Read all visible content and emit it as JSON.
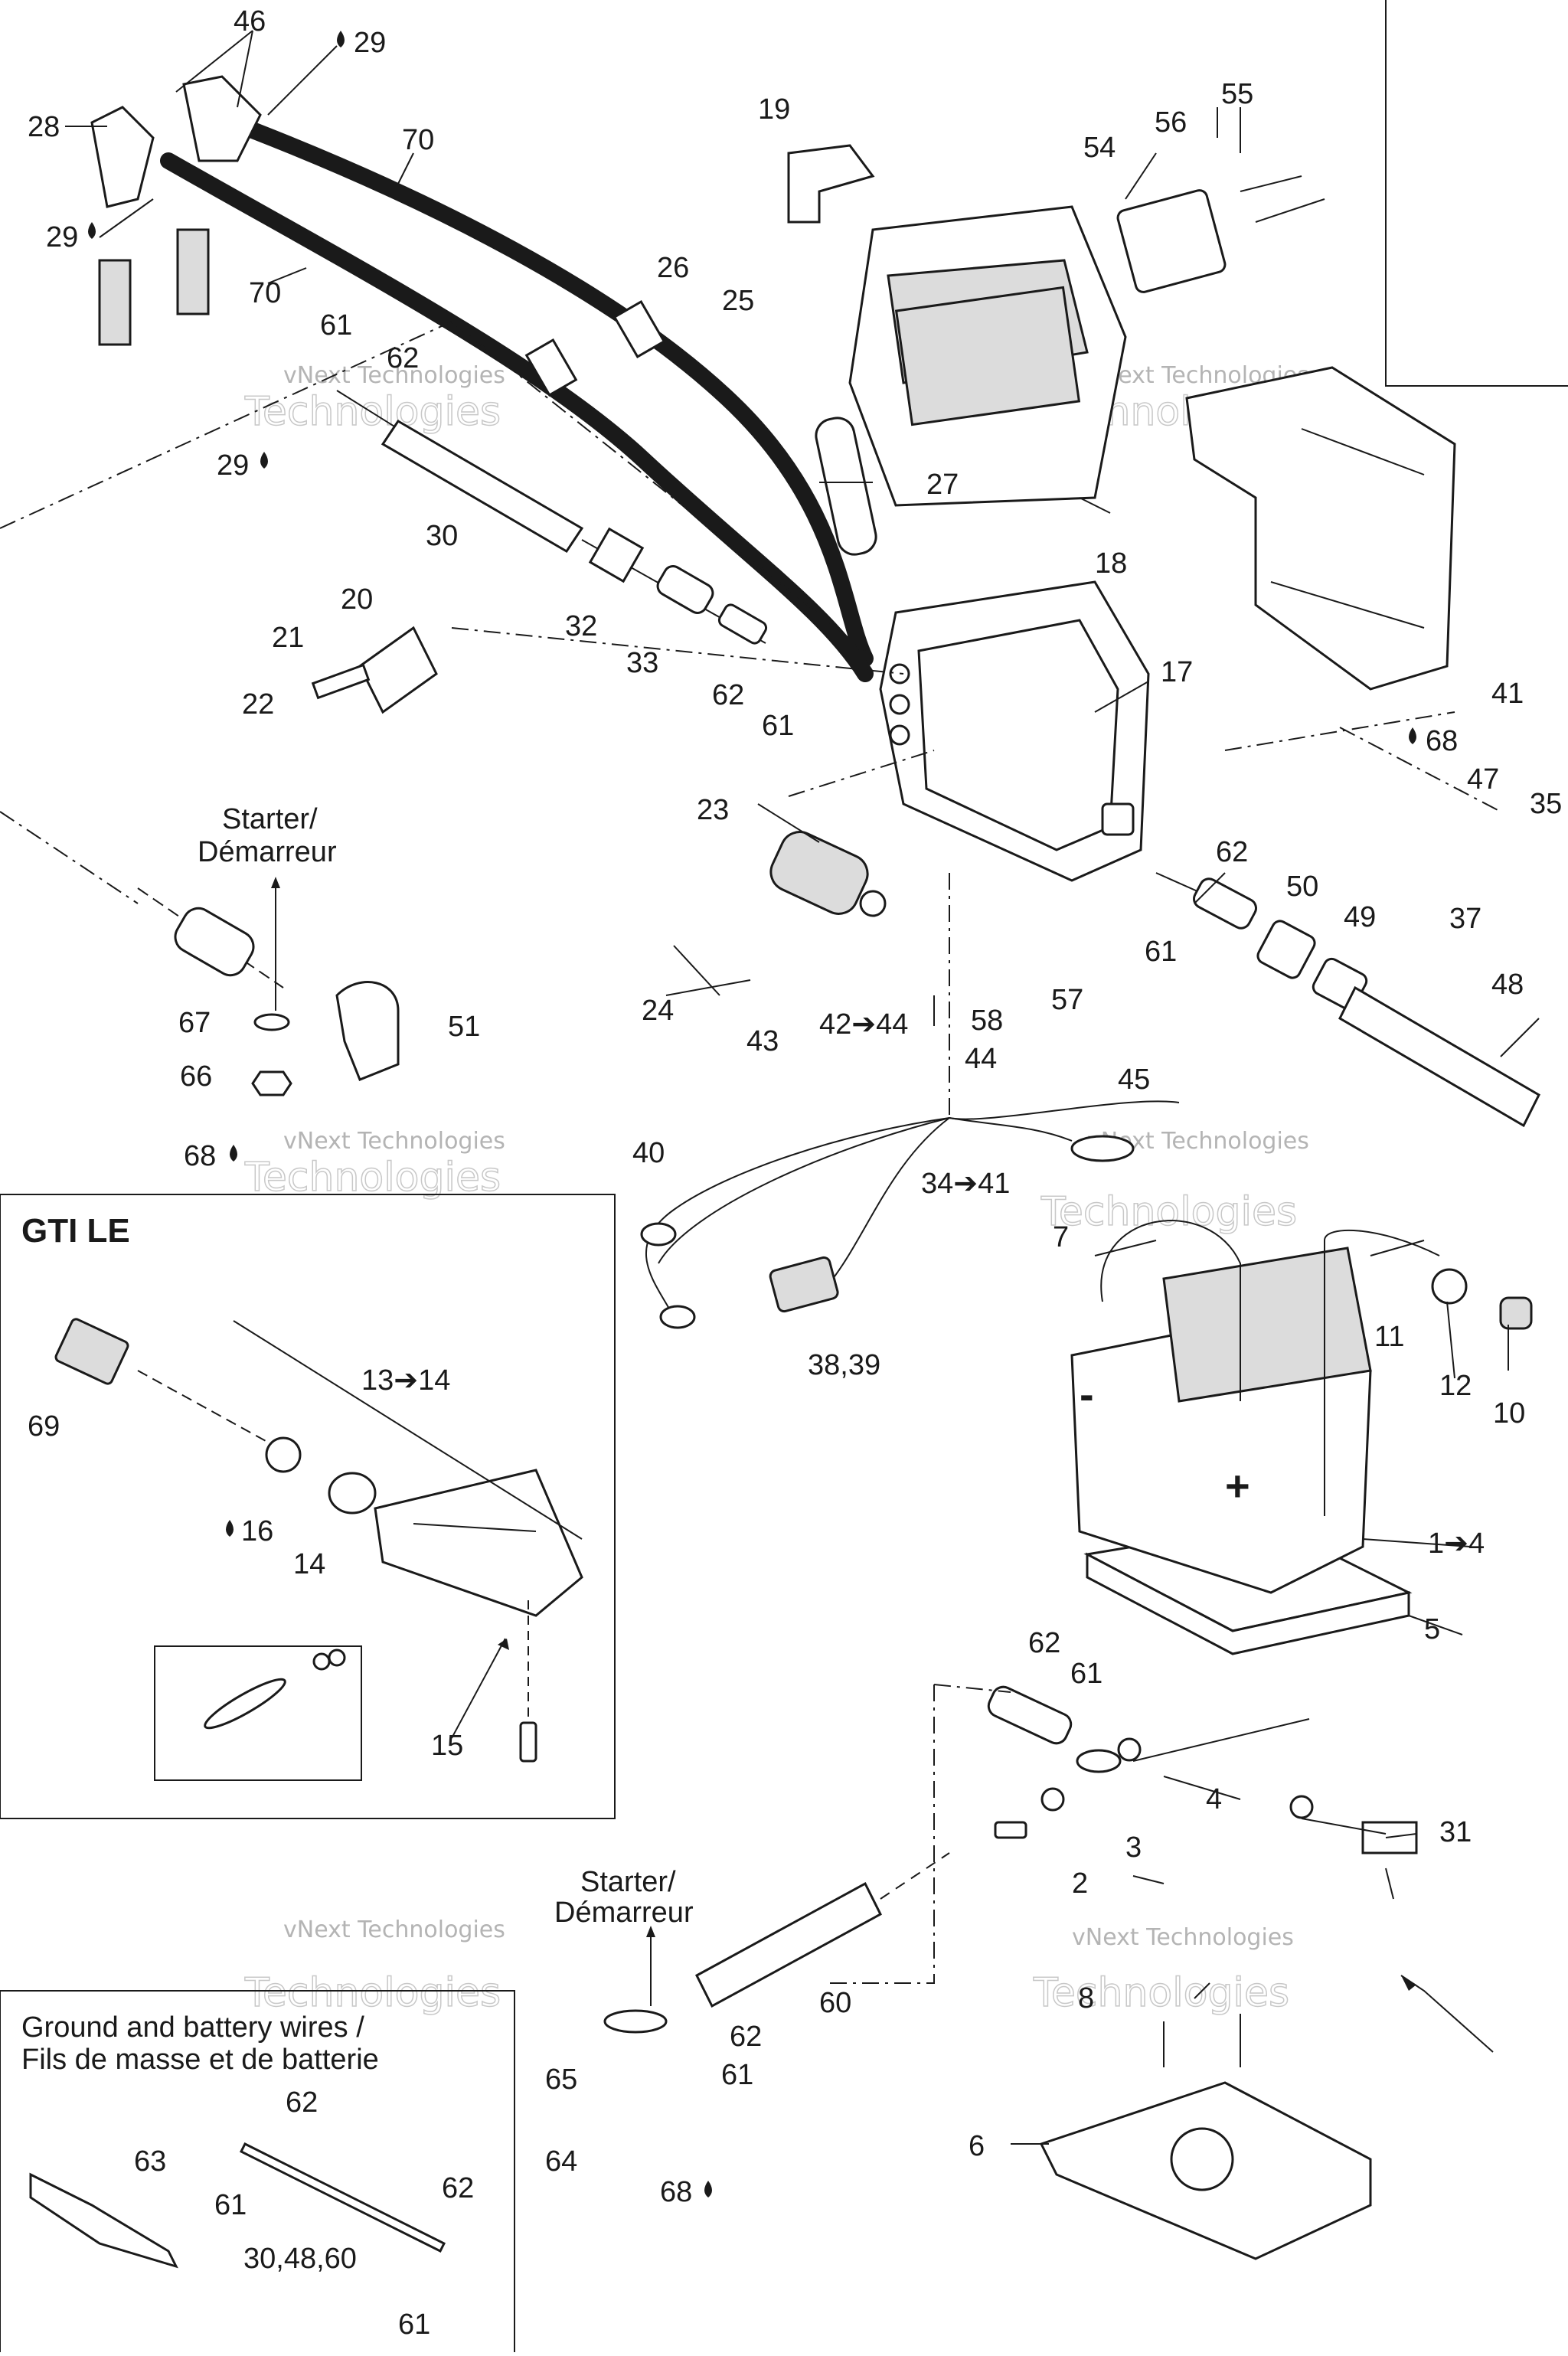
{
  "diagram": {
    "heading_gti_le": "GTI LE",
    "starter_top": [
      "Starter/",
      "Démarreur"
    ],
    "starter_bottom": [
      "Starter/",
      "Démarreur"
    ],
    "ground_wires": [
      "Ground and battery wires /",
      "Fils de masse et de batterie"
    ],
    "watermark": [
      "vNext Technologies",
      "Technologies"
    ],
    "battery_minus": "-",
    "battery_plus": "+",
    "callouts": [
      {
        "id": "c46",
        "text": "46"
      },
      {
        "id": "c29a",
        "text": "29"
      },
      {
        "id": "c28",
        "text": "28"
      },
      {
        "id": "c70a",
        "text": "70"
      },
      {
        "id": "c29b",
        "text": "29"
      },
      {
        "id": "c70b",
        "text": "70"
      },
      {
        "id": "c19",
        "text": "19"
      },
      {
        "id": "c55",
        "text": "55"
      },
      {
        "id": "c56",
        "text": "56"
      },
      {
        "id": "c54",
        "text": "54"
      },
      {
        "id": "c26",
        "text": "26"
      },
      {
        "id": "c25",
        "text": "25"
      },
      {
        "id": "c61a",
        "text": "61"
      },
      {
        "id": "c62a",
        "text": "62"
      },
      {
        "id": "c29c",
        "text": "29"
      },
      {
        "id": "c27",
        "text": "27"
      },
      {
        "id": "c18",
        "text": "18"
      },
      {
        "id": "c30",
        "text": "30"
      },
      {
        "id": "c20",
        "text": "20"
      },
      {
        "id": "c21",
        "text": "21"
      },
      {
        "id": "c32",
        "text": "32"
      },
      {
        "id": "c33",
        "text": "33"
      },
      {
        "id": "c62b",
        "text": "62"
      },
      {
        "id": "c61b",
        "text": "61"
      },
      {
        "id": "c17",
        "text": "17"
      },
      {
        "id": "c22",
        "text": "22"
      },
      {
        "id": "c41",
        "text": "41"
      },
      {
        "id": "c68a",
        "text": "68"
      },
      {
        "id": "c47",
        "text": "47"
      },
      {
        "id": "c35",
        "text": "35"
      },
      {
        "id": "c23",
        "text": "23"
      },
      {
        "id": "c62c",
        "text": "62"
      },
      {
        "id": "c50",
        "text": "50"
      },
      {
        "id": "c49",
        "text": "49"
      },
      {
        "id": "c37",
        "text": "37"
      },
      {
        "id": "c61c",
        "text": "61"
      },
      {
        "id": "c48",
        "text": "48"
      },
      {
        "id": "c24",
        "text": "24"
      },
      {
        "id": "c43",
        "text": "43"
      },
      {
        "id": "c42",
        "text": "42➔44"
      },
      {
        "id": "c58",
        "text": "58"
      },
      {
        "id": "c57",
        "text": "57"
      },
      {
        "id": "c67",
        "text": "67"
      },
      {
        "id": "c51",
        "text": "51"
      },
      {
        "id": "c44",
        "text": "44"
      },
      {
        "id": "c66",
        "text": "66"
      },
      {
        "id": "c45",
        "text": "45"
      },
      {
        "id": "c68b",
        "text": "68"
      },
      {
        "id": "c40",
        "text": "40"
      },
      {
        "id": "c34",
        "text": "34➔41"
      },
      {
        "id": "c7",
        "text": "7"
      },
      {
        "id": "c11",
        "text": "11"
      },
      {
        "id": "c12",
        "text": "12"
      },
      {
        "id": "c10",
        "text": "10"
      },
      {
        "id": "c3839",
        "text": "38,39"
      },
      {
        "id": "c1314",
        "text": "13➔14"
      },
      {
        "id": "c69",
        "text": "69"
      },
      {
        "id": "c16",
        "text": "16"
      },
      {
        "id": "c14",
        "text": "14"
      },
      {
        "id": "c14b",
        "text": "1➔4"
      },
      {
        "id": "c5",
        "text": "5"
      },
      {
        "id": "c15",
        "text": "15"
      },
      {
        "id": "c62d",
        "text": "62"
      },
      {
        "id": "c61d",
        "text": "61"
      },
      {
        "id": "c4",
        "text": "4"
      },
      {
        "id": "c3",
        "text": "3"
      },
      {
        "id": "c31",
        "text": "31"
      },
      {
        "id": "c2",
        "text": "2"
      },
      {
        "id": "c60",
        "text": "60"
      },
      {
        "id": "c8",
        "text": "8"
      },
      {
        "id": "c62e",
        "text": "62"
      },
      {
        "id": "c61e",
        "text": "61"
      },
      {
        "id": "c65",
        "text": "65"
      },
      {
        "id": "c64",
        "text": "64"
      },
      {
        "id": "c68c",
        "text": "68"
      },
      {
        "id": "c6",
        "text": "6"
      },
      {
        "id": "c62f",
        "text": "62"
      },
      {
        "id": "c63",
        "text": "63"
      },
      {
        "id": "c61f",
        "text": "61"
      },
      {
        "id": "c62g",
        "text": "62"
      },
      {
        "id": "c304860",
        "text": "30,48,60"
      },
      {
        "id": "c61g",
        "text": "61"
      }
    ]
  }
}
